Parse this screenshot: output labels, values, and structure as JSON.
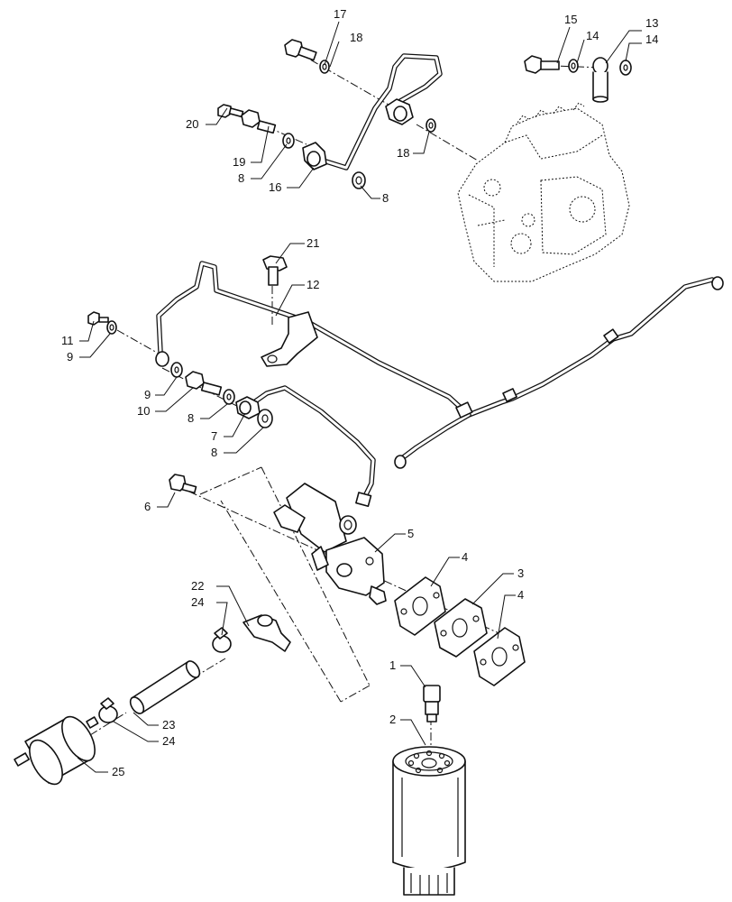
{
  "diagram": {
    "callouts": [
      {
        "label": "17"
      },
      {
        "label": "18"
      },
      {
        "label": "15"
      },
      {
        "label": "14"
      },
      {
        "label": "13"
      },
      {
        "label": "14"
      },
      {
        "label": "20"
      },
      {
        "label": "19"
      },
      {
        "label": "8"
      },
      {
        "label": "16"
      },
      {
        "label": "8"
      },
      {
        "label": "18"
      },
      {
        "label": "21"
      },
      {
        "label": "12"
      },
      {
        "label": "11"
      },
      {
        "label": "9"
      },
      {
        "label": "9"
      },
      {
        "label": "10"
      },
      {
        "label": "8"
      },
      {
        "label": "7"
      },
      {
        "label": "8"
      },
      {
        "label": "6"
      },
      {
        "label": "5"
      },
      {
        "label": "4"
      },
      {
        "label": "3"
      },
      {
        "label": "4"
      },
      {
        "label": "22"
      },
      {
        "label": "24"
      },
      {
        "label": "1"
      },
      {
        "label": "2"
      },
      {
        "label": "23"
      },
      {
        "label": "24"
      },
      {
        "label": "25"
      }
    ]
  }
}
